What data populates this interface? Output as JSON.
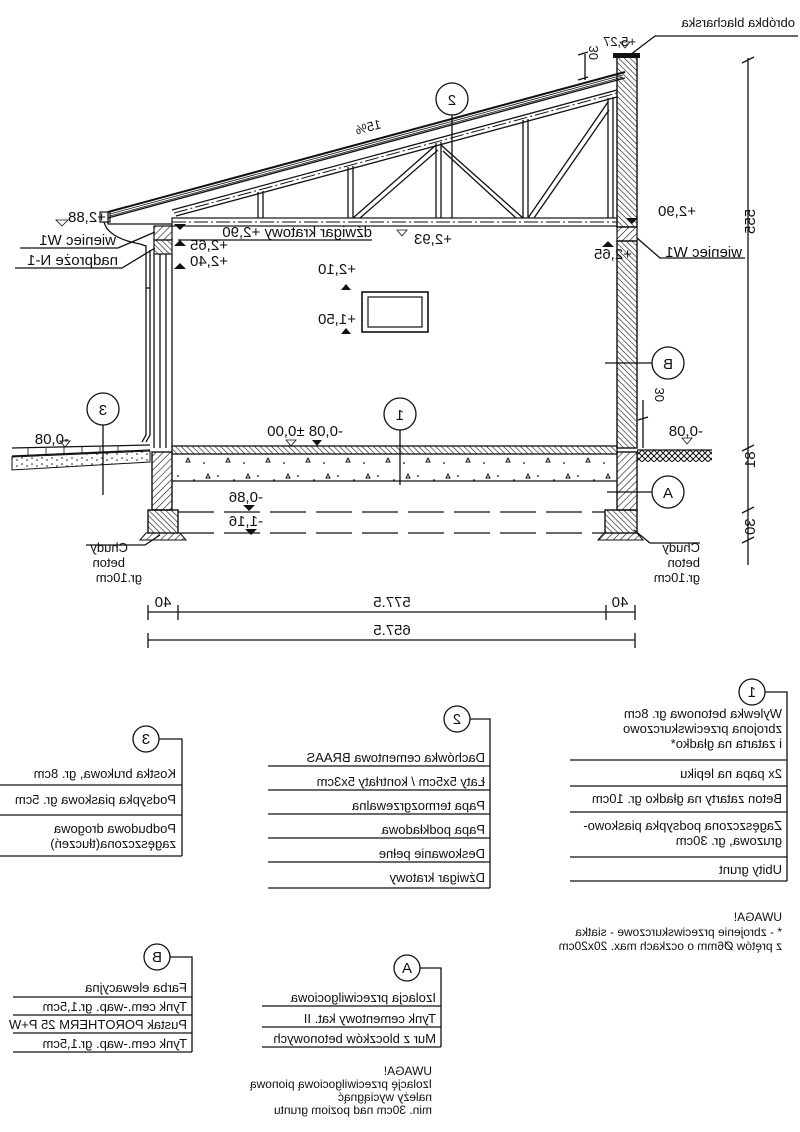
{
  "drawing": {
    "flashing": "obróbka blacharska",
    "top_level": "+5,27",
    "parapet_dim": "30",
    "roof_slope": "15%",
    "eave_level": "+2,88",
    "left_ring_beam": "wieniec W1",
    "left_lintel": "nadproże N-1",
    "truss_label": "dźwigar kratowy +2,90",
    "left_level_265": "+2,65",
    "left_level_240": "+2,40",
    "truss_level": "+2,93",
    "right_level_290": "+2,90",
    "right_ring_beam": "wieniec W1",
    "right_level_265": "+2,65",
    "window_top": "+2,10",
    "window_bottom": "+1,50",
    "floor_levels": "-0,08 ±0,00",
    "left_ground": "-0,08",
    "right_ground": "-0,08",
    "plinth_dim": "30",
    "footing_top": "-0,86",
    "footing_bottom": "-1,16",
    "lean_concrete_left": [
      "Chudy",
      "beton",
      "gr.10cm"
    ],
    "lean_concrete_right": [
      "Chudy",
      "beton",
      "gr.10cm"
    ],
    "height_dims": [
      "555",
      "81",
      "30"
    ],
    "width_dims": {
      "left_wall": "40",
      "interior": "577.5",
      "right_wall": "40",
      "total": "657.5"
    },
    "markers": {
      "roof": "2",
      "wall": "B",
      "floor": "1",
      "paving": "3",
      "foundation": "A"
    }
  },
  "legend_3": {
    "marker": "3",
    "rows": [
      "Kostka brukowa, gr. 8cm",
      "Podsypka piaskowa gr. 5cm",
      "Podbudowa drogowa",
      "zagęszczona(tłuczeń)"
    ]
  },
  "legend_2": {
    "marker": "2",
    "rows": [
      "Dachówka cementowa BRAAS",
      "Łaty 5x5cm / kontrłaty 5x3cm",
      "Papa termozgrzewalna",
      "Papa podkładowa",
      "Deskowanie pełne",
      "Dźwigar kratowy"
    ]
  },
  "legend_1": {
    "marker": "1",
    "rows": [
      "Wylewka betonowa gr. 8cm",
      "zbrojona przeciwskurczowo",
      "i zatarta na gładko*",
      "2x papa na lepiku",
      "Beton zatarty na gładko gr. 10cm",
      "Zagęszczona podsypka piaskowo-",
      "gruzowa, gr. 30cm",
      "Ubity grunt"
    ],
    "note": [
      "UWAGA!",
      "* - zbrojenie przeciwskurczowe - siatka",
      "z prętów Ø6mm o oczkach max. 20x20cm"
    ]
  },
  "legend_B": {
    "marker": "B",
    "rows": [
      "Farba elewacyjna",
      "Tynk cem.-wap. gr.1,5cm",
      "Pustak POROTHERM 25 P+W",
      "Tynk cem.-wap. gr.1,5cm"
    ]
  },
  "legend_A": {
    "marker": "A",
    "rows": [
      "Izolacja przeciwilgociowa",
      "Tynk cementowy kat. II",
      "Mur z bloczków betonowych"
    ],
    "note": [
      "UWAGA!",
      "Izolację przeciwilgociową pionową",
      "należy wyciągnąć",
      "min. 30cm nad poziom gruntu"
    ]
  }
}
